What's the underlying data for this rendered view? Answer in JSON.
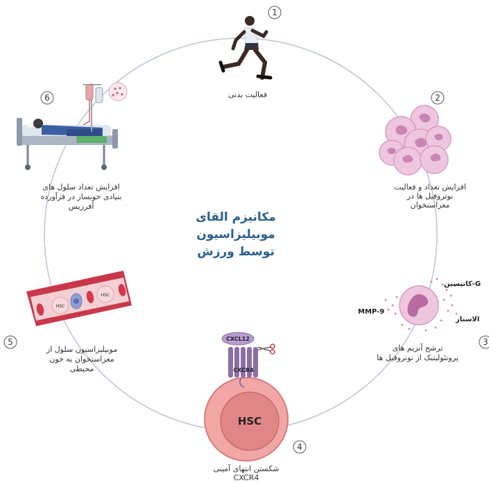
{
  "title": [
    "مکانیزم القای",
    "موبیلیزاسیون",
    "توسط ورزش"
  ],
  "steps": [
    {
      "number": "1",
      "label": [
        "فعالیت بدنی"
      ]
    },
    {
      "number": "2",
      "label": [
        "افزایش تعداد و فعالیت",
        "نوتروفیل ها در",
        "مغزاستخوان"
      ]
    },
    {
      "number": "3",
      "label": [
        "ترشح آنزیم های",
        "پروتئولیتیک از نوتروفیل ها"
      ]
    },
    {
      "number": "4",
      "label": [
        "شکستن انتهای آمینی",
        "CXCR4"
      ]
    },
    {
      "number": "5",
      "label": [
        "موبیلیزاسیون سلول از",
        "مغزاستخوان به خون",
        "محیطی"
      ]
    },
    {
      "number": "6",
      "label": [
        "افزایش تعداد سلول های",
        "بنیادی خونساز در فرآورده",
        "آفرزیس"
      ]
    }
  ],
  "enzymes": {
    "cathepsin": "کاتپسین-G",
    "mmp9": "MMP-9",
    "elastase": "الاستاز"
  },
  "receptor": {
    "ligand": "CXCL12",
    "receptor": "CXCR4",
    "cell": "HSC"
  },
  "vessel_cells": [
    "HSC",
    "HSC"
  ],
  "colors": {
    "circle": "#b9c3d9",
    "title": "#2a5f8f",
    "neutrophil": "#e8b4d8",
    "hsc": "#e98f8f",
    "vessel": "#c9384a"
  }
}
